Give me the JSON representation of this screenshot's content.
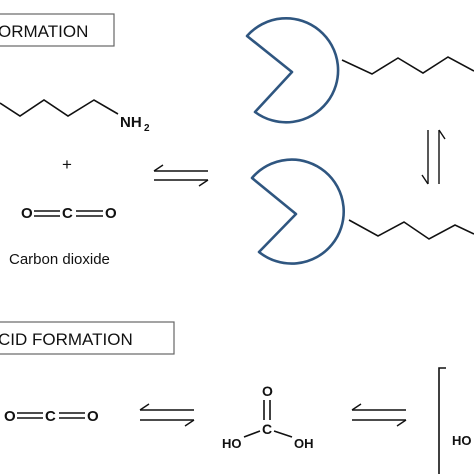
{
  "section_top": {
    "title": "ORMATION"
  },
  "section_bottom": {
    "title": "CID FORMATION"
  },
  "amine": {
    "nh2_main": "NH",
    "nh2_sub": "2"
  },
  "plus": "+",
  "co2_top": {
    "o_left": "O",
    "c": "C",
    "o_right": "O",
    "caption": "Carbon dioxide"
  },
  "co2_bottom": {
    "o_left": "O",
    "c": "C",
    "o_right": "O"
  },
  "carbonic_acid": {
    "o_top": "O",
    "c": "C",
    "ho_left": "HO",
    "oh_right": "OH"
  },
  "partial": {
    "ho": "HO"
  },
  "colors": {
    "sorbent_outline": "#2f5680",
    "ink": "#111111",
    "box_border": "#666666"
  },
  "icons": [
    "sorbent-pacman-top",
    "sorbent-pacman-bottom",
    "equilibrium-arrows",
    "bracket"
  ]
}
